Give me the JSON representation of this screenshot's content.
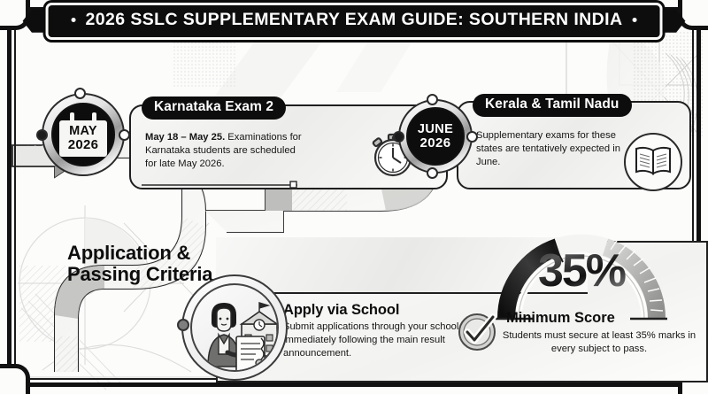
{
  "header": {
    "title": "2026 SSLC SUPPLEMENTARY EXAM GUIDE: SOUTHERN INDIA",
    "left_dot": "•",
    "right_dot": "•"
  },
  "timeline": [
    {
      "node_id": "node-may",
      "node_month": "MAY",
      "node_year": "2026",
      "icon": "calendar-icon",
      "card_title": "Karnataka Exam 2",
      "card_lead": "May 18 – May 25.",
      "card_body": "Examinations for Karnataka students are scheduled for late May 2026.",
      "side_icon": "stopwatch-icon"
    },
    {
      "node_id": "node-june",
      "node_month": "JUNE",
      "node_year": "2026",
      "icon": "calendar-icon",
      "card_title": "Kerala & Tamil Nadu",
      "card_lead": "",
      "card_body": "Supplementary exams for these states are tentatively expected in June.",
      "side_icon": "open-book-icon"
    }
  ],
  "bottom": {
    "panel_title_line1": "Application &",
    "panel_title_line2": "Passing Criteria",
    "apply": {
      "heading": "Apply via School",
      "body": "Submit applications through your school immediately following the main result announcement.",
      "icon": "student-school-icon"
    },
    "score": {
      "value": "35%",
      "heading": "Minimum Score",
      "body": "Students must secure at least 35% marks in every subject to pass.",
      "icon": "check-circle-icon"
    }
  },
  "chart_data": {
    "type": "bar",
    "title": "Minimum Passing Score Gauge",
    "categories": [
      "Minimum Score"
    ],
    "values": [
      35
    ],
    "unit": "%",
    "ylim": [
      0,
      100
    ],
    "annotations": [
      "35%"
    ]
  },
  "colors": {
    "ink": "#0d0d0d",
    "paper": "#fcfcfb",
    "panel": "#f2f2f0",
    "metal_light": "#fafafa",
    "metal_dark": "#9a9a9a"
  }
}
